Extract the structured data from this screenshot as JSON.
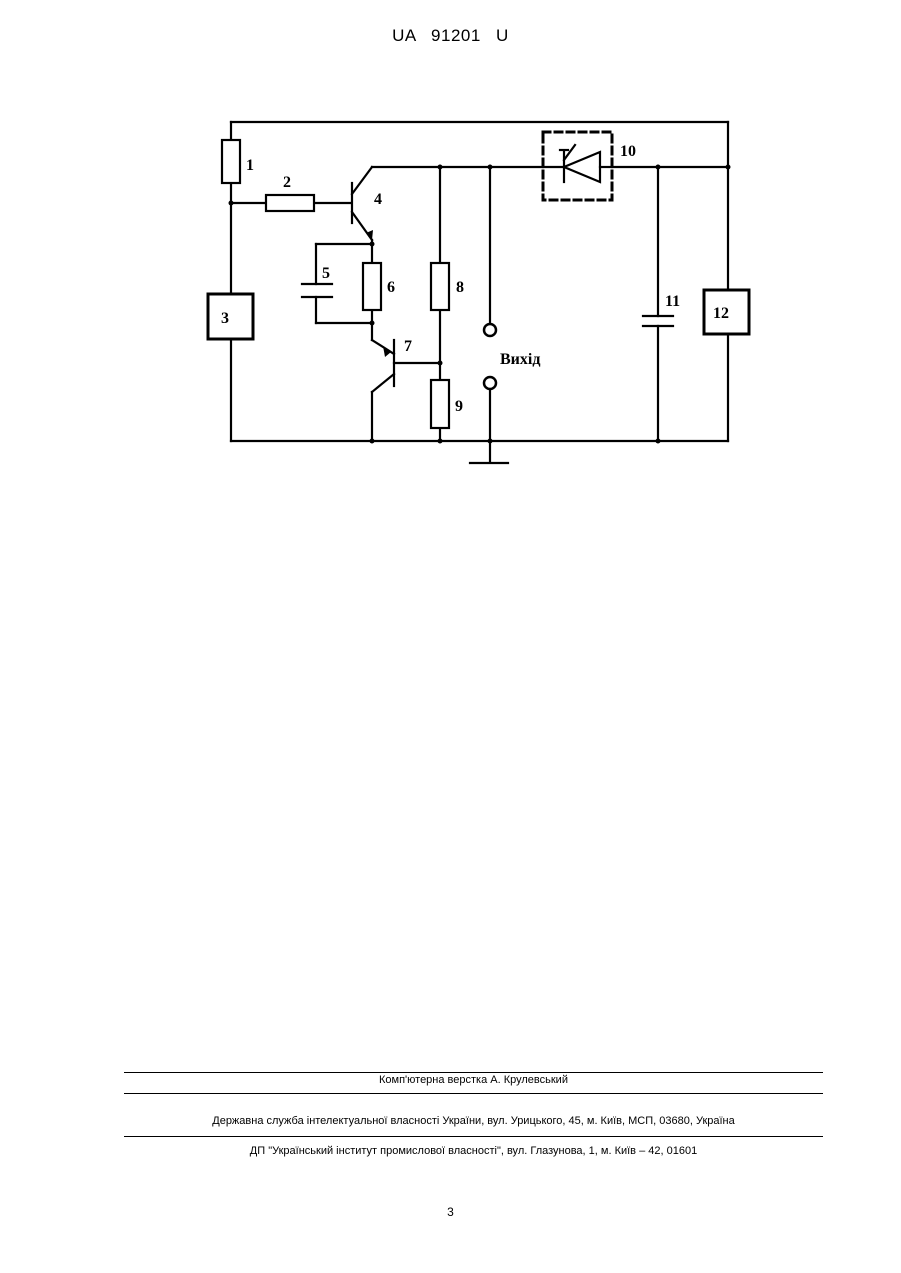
{
  "header": {
    "patent_number": "UA 91201 U"
  },
  "figure": {
    "labels": {
      "c1": "1",
      "c2": "2",
      "c3": "3",
      "c4": "4",
      "c5": "5",
      "c6": "6",
      "c7": "7",
      "c8": "8",
      "c9": "9",
      "c10": "10",
      "c11": "11",
      "c12": "12",
      "output": "Вихід"
    }
  },
  "footer": {
    "typesetting": "Комп'ютерна верстка А. Крулевський",
    "agency": "Державна служба інтелектуальної власності України, вул. Урицького, 45, м. Київ, МСП, 03680, Україна",
    "institute": "ДП \"Український інститут промислової власності\", вул. Глазунова, 1, м. Київ – 42, 01601"
  },
  "page_number": "3"
}
